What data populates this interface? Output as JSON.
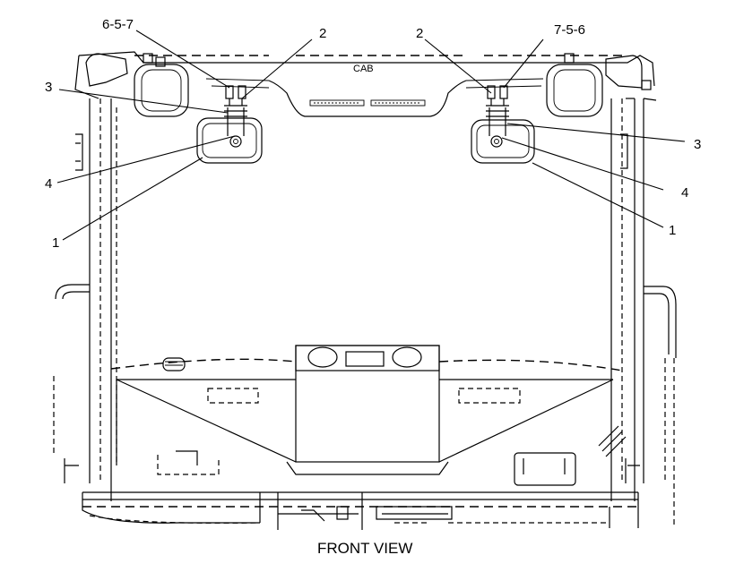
{
  "diagram": {
    "title": "FRONT VIEW",
    "cab_label": "CAB",
    "callouts": {
      "left_top_a": "6-5-7",
      "left_top_b": "2",
      "left_3": "3",
      "left_4": "4",
      "left_1": "1",
      "right_top_b": "2",
      "right_top_a": "7-5-6",
      "right_3": "3",
      "right_4": "4",
      "right_1": "1"
    }
  }
}
